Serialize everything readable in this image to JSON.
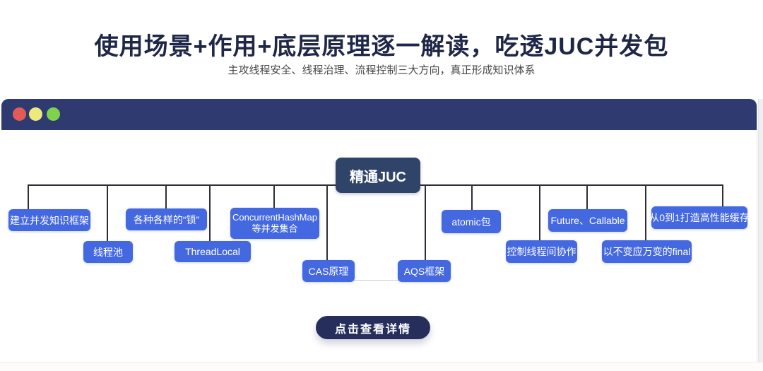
{
  "header": {
    "title": "使用场景+作用+底层原理逐一解读，吃透JUC并发包",
    "subtitle": "主攻线程安全、线程治理、流程控制三大方向，真正形成知识体系"
  },
  "window": {
    "traffic_lights": [
      "red",
      "yellow",
      "green"
    ]
  },
  "diagram": {
    "root": "精通JUC",
    "nodes": [
      {
        "label": "建立并发知识框架"
      },
      {
        "label": "线程池"
      },
      {
        "label": "各种各样的“锁”"
      },
      {
        "label": "ThreadLocal"
      },
      {
        "label": "ConcurrentHashMap等并发集合"
      },
      {
        "label": "CAS原理"
      },
      {
        "label": "AQS框架"
      },
      {
        "label": "atomic包"
      },
      {
        "label": "控制线程间协作"
      },
      {
        "label": "Future、Callable"
      },
      {
        "label": "以不变应万变的final"
      },
      {
        "label": "从0到1打造高性能缓存"
      }
    ]
  },
  "cta": {
    "label": "点击查看详情"
  },
  "colors": {
    "title_text": "#1e2748",
    "titlebar_navy": "#2e3a70",
    "root_node_navy": "#2f4468",
    "node_blue": "#4468e0",
    "button_navy": "#262f5c",
    "connector": "#2e2e38",
    "dot_red": "#e05c55",
    "dot_yellow": "#ece97d",
    "dot_green": "#7ed24e"
  }
}
